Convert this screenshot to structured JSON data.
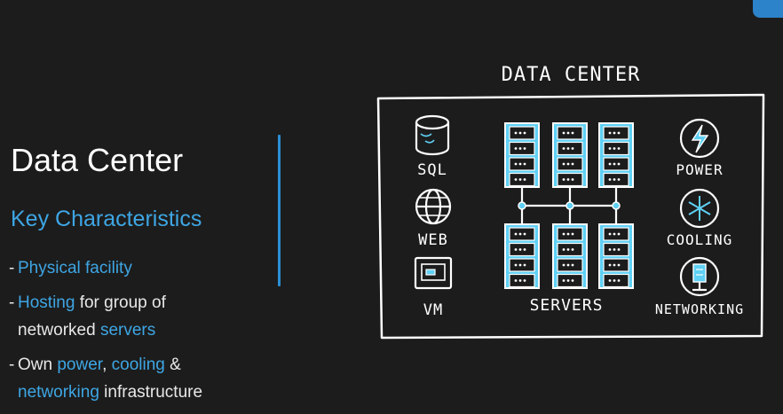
{
  "slide": {
    "title": "Data Center",
    "subtitle": "Key Characteristics",
    "bullets": [
      {
        "parts": [
          "Physical facility"
        ]
      },
      {
        "parts": [
          "Hosting",
          " for group of",
          "networked ",
          "servers"
        ]
      },
      {
        "parts": [
          "Own ",
          "power",
          ", ",
          "cooling",
          " &",
          "networking",
          " infrastructure"
        ]
      }
    ]
  },
  "diagram": {
    "heading": "DATA CENTER",
    "left_items": [
      {
        "label": "SQL",
        "icon": "database-icon"
      },
      {
        "label": "WEB",
        "icon": "globe-icon"
      },
      {
        "label": "VM",
        "icon": "virtual-machine-icon"
      }
    ],
    "servers_label": "SERVERS",
    "server_count": 6,
    "right_items": [
      {
        "label": "POWER",
        "icon": "lightning-bolt-icon"
      },
      {
        "label": "COOLING",
        "icon": "snowflake-icon"
      },
      {
        "label": "NETWORKING",
        "icon": "network-icon"
      }
    ]
  },
  "colors": {
    "background": "#1c1c1c",
    "accent": "#3ea6e4",
    "divider": "#2b8fd6",
    "server_fill": "#5fd0f4"
  }
}
